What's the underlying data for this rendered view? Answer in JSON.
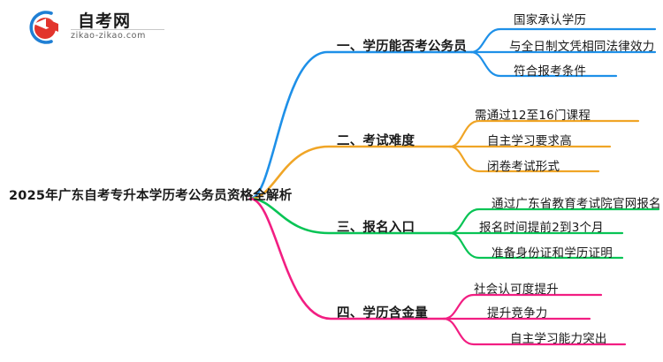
{
  "logo": {
    "brand_cn": "自考网",
    "brand_url": "zikao-zikao.com",
    "mark_name": "graduation-cap-icon",
    "arc_color": "#1f7fd4",
    "cap_color": "#e2342c"
  },
  "mindmap": {
    "root": {
      "label": "2025年广东自考专升本学历考公务员资格全解析"
    },
    "branches": [
      {
        "label": "一、学历能否考公务员",
        "color": "#1e90e8",
        "children": [
          {
            "label": "国家承认学历"
          },
          {
            "label": "与全日制文凭相同法律效力"
          },
          {
            "label": "符合报考条件"
          }
        ]
      },
      {
        "label": "二、考试难度",
        "color": "#f0a526",
        "children": [
          {
            "label": "需通过12至16门课程"
          },
          {
            "label": "自主学习要求高"
          },
          {
            "label": "闭卷考试形式"
          }
        ]
      },
      {
        "label": "三、报名入口",
        "color": "#08c455",
        "children": [
          {
            "label": "通过广东省教育考试院官网报名"
          },
          {
            "label": "报名时间提前2到3个月"
          },
          {
            "label": "准备身份证和学历证明"
          }
        ]
      },
      {
        "label": "四、学历含金量",
        "color": "#f21e82",
        "children": [
          {
            "label": "社会认可度提升"
          },
          {
            "label": "提升竞争力"
          },
          {
            "label": "自主学习能力突出"
          }
        ]
      }
    ]
  }
}
